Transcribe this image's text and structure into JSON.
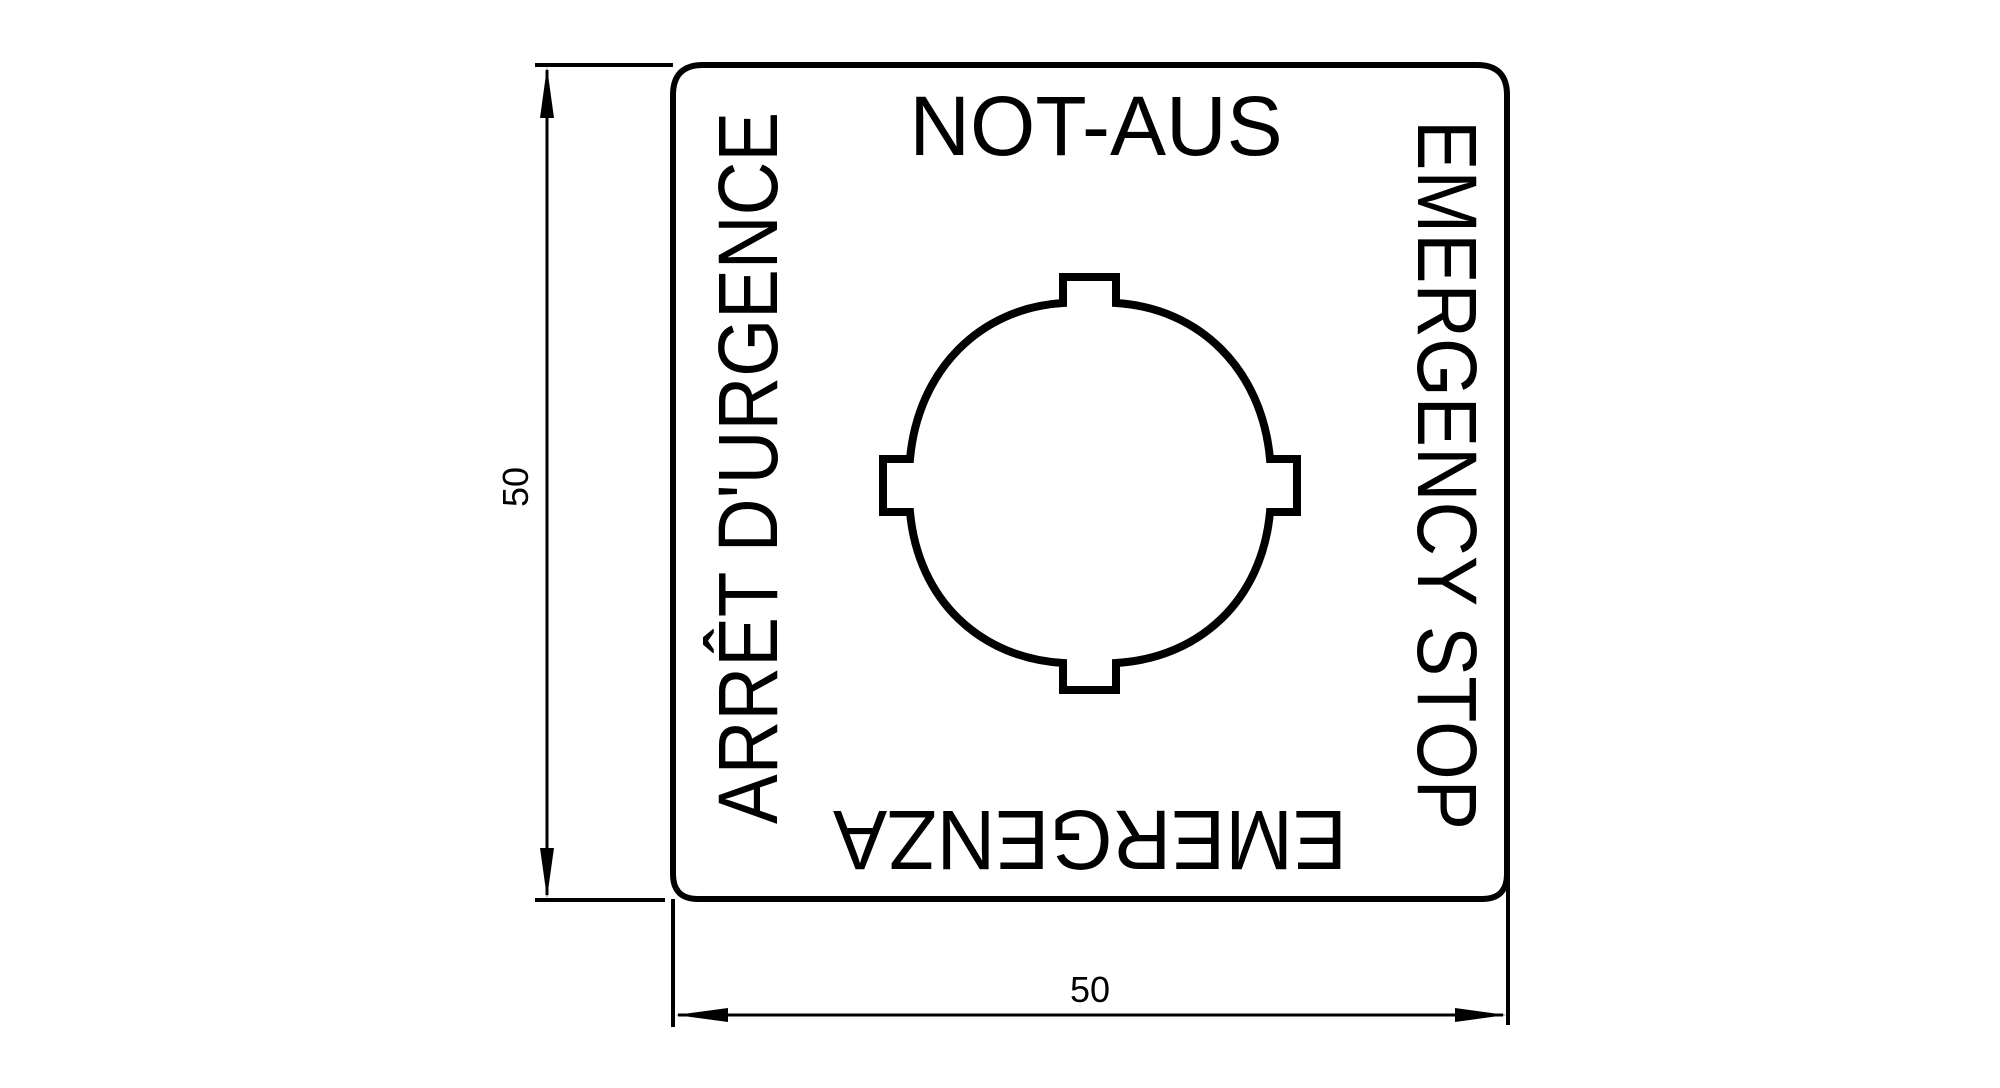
{
  "drawing": {
    "type": "technical drawing",
    "subject": "emergency stop label plate",
    "stroke_color": "#000000",
    "background_color": "#ffffff"
  },
  "labels": {
    "top": "NOT-AUS",
    "left": "ARRÊT D'URGENCE",
    "right": "EMERGENCY STOP",
    "bottom": "EMERGENZA"
  },
  "dimensions": {
    "height": {
      "value": "50",
      "orientation": "vertical"
    },
    "width": {
      "value": "50",
      "orientation": "horizontal"
    }
  },
  "cutout": {
    "shape": "round with four keyed notches",
    "notches": [
      "top",
      "right",
      "bottom",
      "left"
    ]
  }
}
